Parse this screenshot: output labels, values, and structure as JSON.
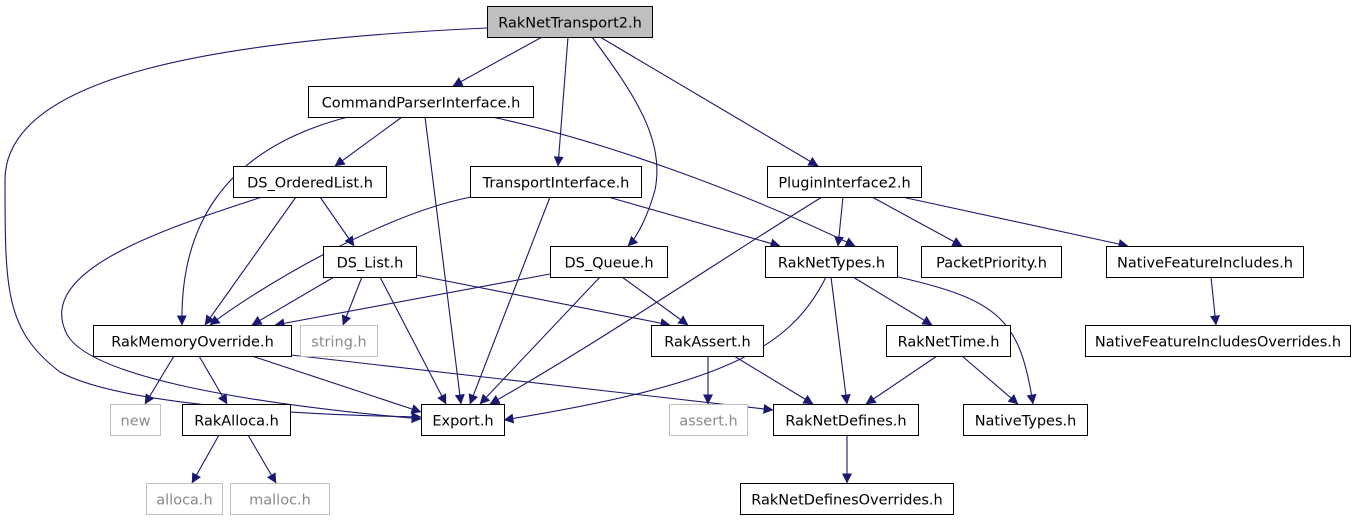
{
  "colors": {
    "edge": "#191970",
    "node_border": "#000000",
    "root_fill": "#bfbfbf",
    "external_border": "#bfbfbf",
    "external_text": "#8a8a8a",
    "background": "#ffffff"
  },
  "nodes": [
    {
      "id": "raknettransport2",
      "label": "RakNetTransport2.h",
      "kind": "root"
    },
    {
      "id": "commandparserinterface",
      "label": "CommandParserInterface.h",
      "kind": "header"
    },
    {
      "id": "ds_orderedlist",
      "label": "DS_OrderedList.h",
      "kind": "header"
    },
    {
      "id": "transportinterface",
      "label": "TransportInterface.h",
      "kind": "header"
    },
    {
      "id": "plugininterface2",
      "label": "PluginInterface2.h",
      "kind": "header"
    },
    {
      "id": "ds_list",
      "label": "DS_List.h",
      "kind": "header"
    },
    {
      "id": "ds_queue",
      "label": "DS_Queue.h",
      "kind": "header"
    },
    {
      "id": "raknettypes",
      "label": "RakNetTypes.h",
      "kind": "header"
    },
    {
      "id": "packetpriority",
      "label": "PacketPriority.h",
      "kind": "header"
    },
    {
      "id": "nativefeatureincludes",
      "label": "NativeFeatureIncludes.h",
      "kind": "header"
    },
    {
      "id": "rakmemoryoverride",
      "label": "RakMemoryOverride.h",
      "kind": "header"
    },
    {
      "id": "string",
      "label": "string.h",
      "kind": "external"
    },
    {
      "id": "rakassert",
      "label": "RakAssert.h",
      "kind": "header"
    },
    {
      "id": "raknettime",
      "label": "RakNetTime.h",
      "kind": "header"
    },
    {
      "id": "nativefeatureincludesoverrides",
      "label": "NativeFeatureIncludesOverrides.h",
      "kind": "header"
    },
    {
      "id": "new",
      "label": "new",
      "kind": "external"
    },
    {
      "id": "rakalloca",
      "label": "RakAlloca.h",
      "kind": "header"
    },
    {
      "id": "export",
      "label": "Export.h",
      "kind": "header"
    },
    {
      "id": "assert",
      "label": "assert.h",
      "kind": "external"
    },
    {
      "id": "raknetdefines",
      "label": "RakNetDefines.h",
      "kind": "header"
    },
    {
      "id": "nativetypes",
      "label": "NativeTypes.h",
      "kind": "header"
    },
    {
      "id": "alloca",
      "label": "alloca.h",
      "kind": "external"
    },
    {
      "id": "malloc",
      "label": "malloc.h",
      "kind": "external"
    },
    {
      "id": "raknetdefinesoverrides",
      "label": "RakNetDefinesOverrides.h",
      "kind": "header"
    }
  ],
  "edges": [
    {
      "from": "raknettransport2",
      "to": "export"
    },
    {
      "from": "raknettransport2",
      "to": "commandparserinterface"
    },
    {
      "from": "raknettransport2",
      "to": "transportinterface"
    },
    {
      "from": "raknettransport2",
      "to": "ds_queue"
    },
    {
      "from": "raknettransport2",
      "to": "plugininterface2"
    },
    {
      "from": "commandparserinterface",
      "to": "rakmemoryoverride"
    },
    {
      "from": "commandparserinterface",
      "to": "ds_orderedlist"
    },
    {
      "from": "commandparserinterface",
      "to": "export"
    },
    {
      "from": "commandparserinterface",
      "to": "raknettypes"
    },
    {
      "from": "ds_orderedlist",
      "to": "export"
    },
    {
      "from": "ds_orderedlist",
      "to": "rakmemoryoverride"
    },
    {
      "from": "ds_orderedlist",
      "to": "ds_list"
    },
    {
      "from": "transportinterface",
      "to": "rakmemoryoverride"
    },
    {
      "from": "transportinterface",
      "to": "export"
    },
    {
      "from": "transportinterface",
      "to": "raknettypes"
    },
    {
      "from": "ds_list",
      "to": "rakmemoryoverride"
    },
    {
      "from": "ds_list",
      "to": "string"
    },
    {
      "from": "ds_list",
      "to": "export"
    },
    {
      "from": "ds_list",
      "to": "rakassert"
    },
    {
      "from": "ds_queue",
      "to": "rakmemoryoverride"
    },
    {
      "from": "ds_queue",
      "to": "export"
    },
    {
      "from": "ds_queue",
      "to": "rakassert"
    },
    {
      "from": "plugininterface2",
      "to": "export"
    },
    {
      "from": "plugininterface2",
      "to": "raknettypes"
    },
    {
      "from": "plugininterface2",
      "to": "packetpriority"
    },
    {
      "from": "plugininterface2",
      "to": "nativefeatureincludes"
    },
    {
      "from": "raknettypes",
      "to": "export"
    },
    {
      "from": "raknettypes",
      "to": "raknetdefines"
    },
    {
      "from": "raknettypes",
      "to": "raknettime"
    },
    {
      "from": "raknettypes",
      "to": "nativetypes"
    },
    {
      "from": "nativefeatureincludes",
      "to": "nativefeatureincludesoverrides"
    },
    {
      "from": "rakmemoryoverride",
      "to": "new"
    },
    {
      "from": "rakmemoryoverride",
      "to": "rakalloca"
    },
    {
      "from": "rakmemoryoverride",
      "to": "export"
    },
    {
      "from": "rakmemoryoverride",
      "to": "raknetdefines"
    },
    {
      "from": "rakassert",
      "to": "assert"
    },
    {
      "from": "rakassert",
      "to": "raknetdefines"
    },
    {
      "from": "raknettime",
      "to": "raknetdefines"
    },
    {
      "from": "raknettime",
      "to": "nativetypes"
    },
    {
      "from": "rakalloca",
      "to": "alloca"
    },
    {
      "from": "rakalloca",
      "to": "malloc"
    },
    {
      "from": "raknetdefines",
      "to": "raknetdefinesoverrides"
    }
  ]
}
